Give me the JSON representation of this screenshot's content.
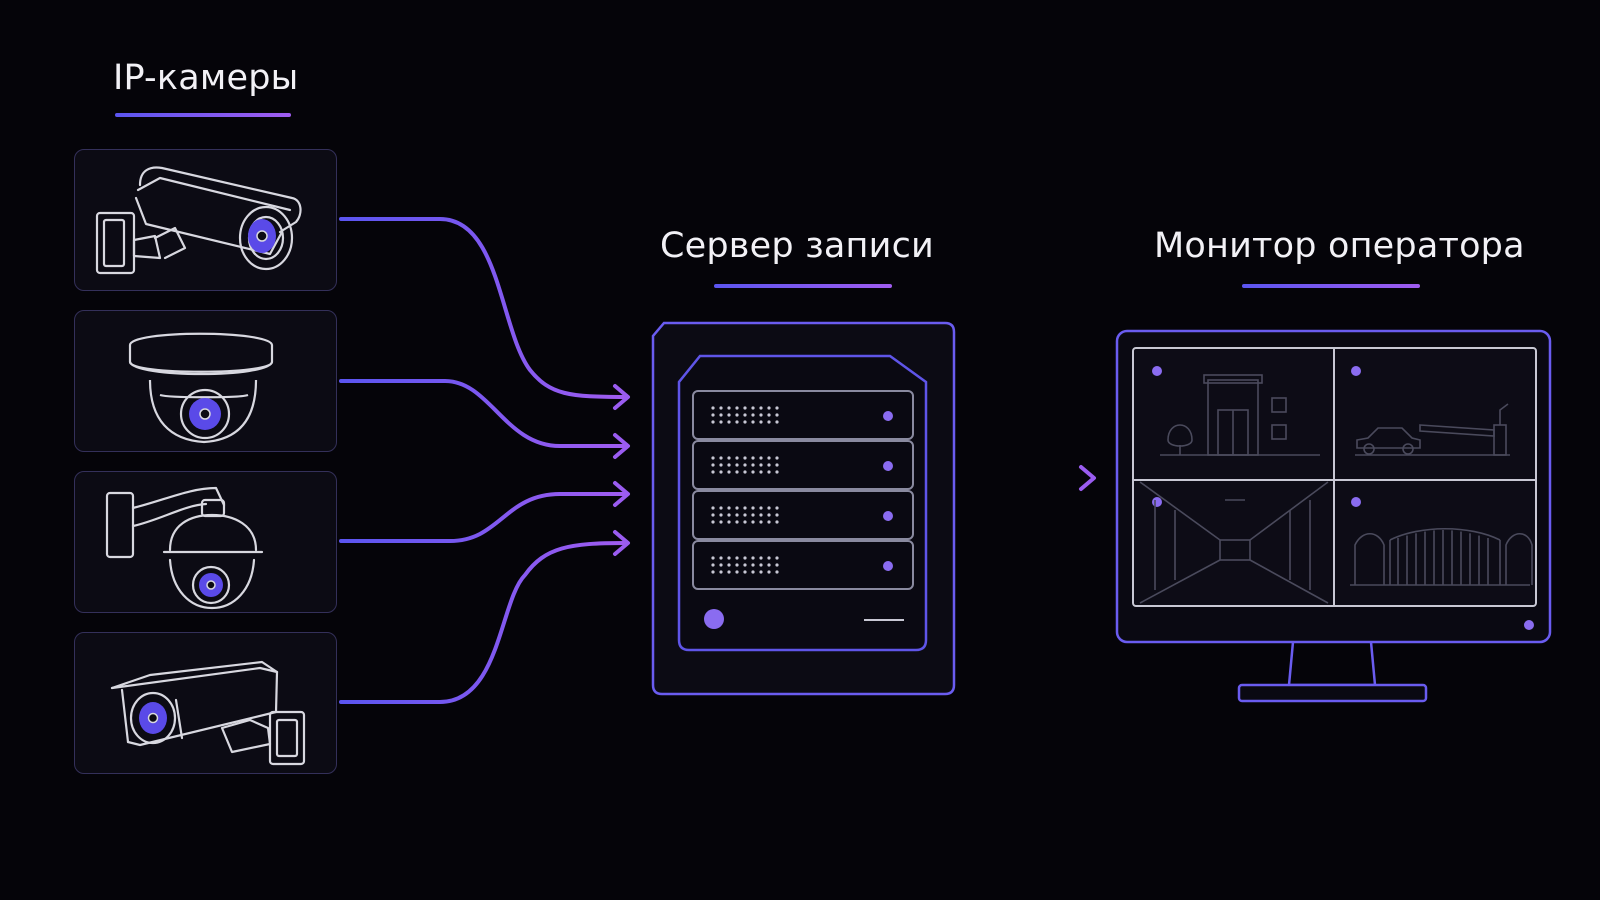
{
  "sections": {
    "cameras": {
      "title": "IP-камеры"
    },
    "server": {
      "title": "Сервер записи"
    },
    "monitor": {
      "title": "Монитор оператора"
    }
  },
  "colors": {
    "accent": "#7a5cf0",
    "accent_blue": "#5b55f0",
    "accent_purple": "#a05cf0",
    "background": "#050409",
    "panel_border": "#34305a",
    "line_art": "#d8d8e0"
  },
  "cameras": [
    {
      "type": "bullet camera (wall mount)",
      "icon": "bullet-camera-icon"
    },
    {
      "type": "dome camera",
      "icon": "dome-camera-icon"
    },
    {
      "type": "PTZ camera (wall arm)",
      "icon": "ptz-camera-icon"
    },
    {
      "type": "box camera (wall mount)",
      "icon": "box-camera-icon"
    }
  ],
  "monitor_views": [
    {
      "scene": "building entrance",
      "icon": "building-icon"
    },
    {
      "scene": "car at barrier gate",
      "icon": "car-barrier-icon"
    },
    {
      "scene": "corridor",
      "icon": "corridor-icon"
    },
    {
      "scene": "gate",
      "icon": "gate-icon"
    }
  ]
}
